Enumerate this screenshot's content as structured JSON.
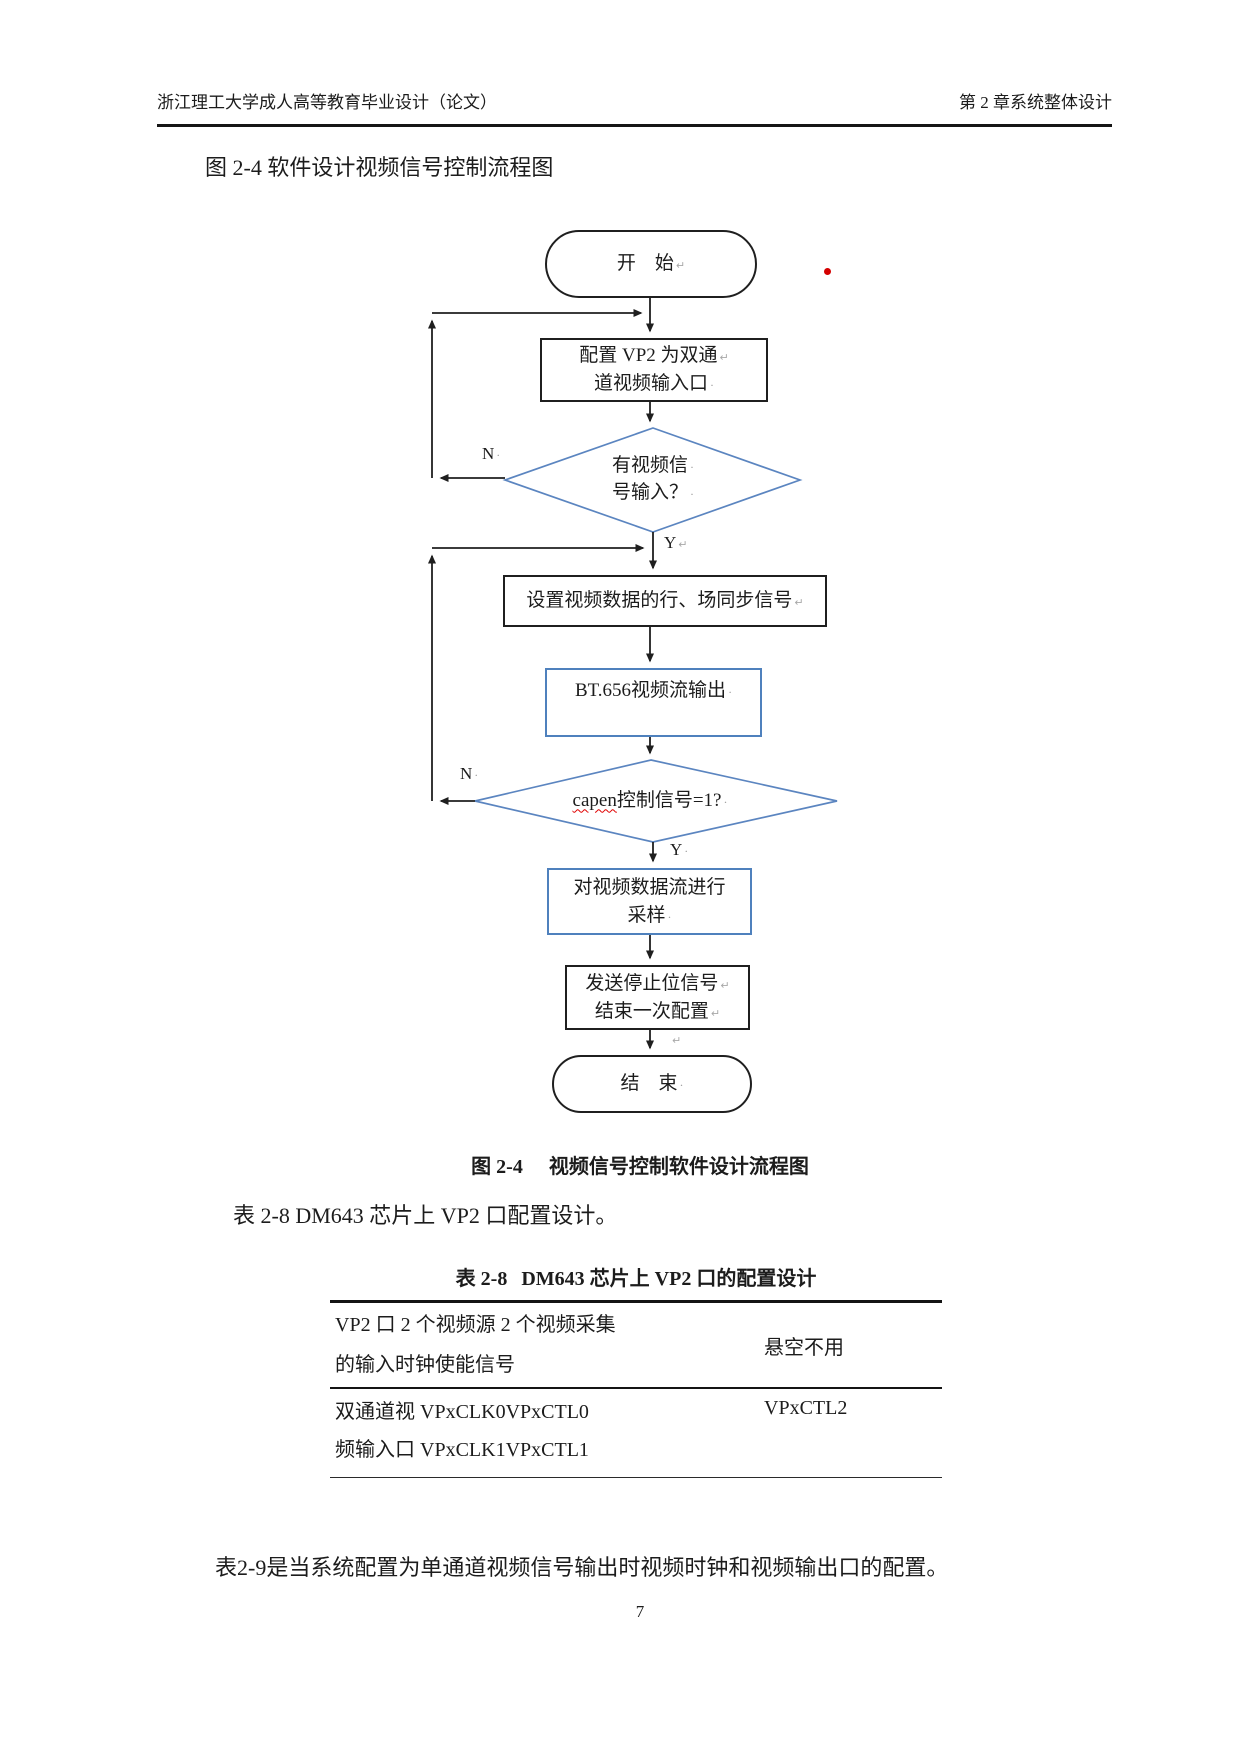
{
  "header": {
    "left": "浙江理工大学成人高等教育毕业设计（论文）",
    "right": "第 2 章系统整体设计"
  },
  "intro": {
    "figure_ref": "图 2-4 软件设计视频信号控制流程图"
  },
  "flowchart": {
    "nodes": {
      "start": {
        "label": "开　始"
      },
      "config": {
        "line1": "配置 VP2 为双通",
        "line2": "道视频输入口"
      },
      "decision_video": {
        "line1": "有视频信",
        "line2": "号输入？"
      },
      "sync": {
        "label": "设置视频数据的行、场同步信号"
      },
      "bt656": {
        "label": "BT.656视频流输出"
      },
      "decision_capen": {
        "word": "capen",
        "rest": "控制信号=1?"
      },
      "sample": {
        "line1": "对视频数据流进行",
        "line2": "采样"
      },
      "stop": {
        "line1": "发送停止位信号",
        "line2": "结束一次配置"
      },
      "end": {
        "label": "结　束"
      }
    },
    "labels": {
      "n1": "N",
      "y1": "Y",
      "n2": "N",
      "y2": "Y"
    },
    "colors": {
      "diamond_blue": "#5b85c0",
      "box_blue": "#4f81bd",
      "line_black": "#1f1f1f",
      "dot_red": "#d40000"
    }
  },
  "caption": {
    "number": "图 2-4",
    "text": "视频信号控制软件设计流程图"
  },
  "para_table_intro": "表 2-8 DM643 芯片上 VP2 口配置设计。",
  "table": {
    "title_number": "表 2-8",
    "title_text": "DM643 芯片上 VP2 口的配置设计",
    "rows": [
      {
        "left_line1": "VP2 口 2 个视频源 2 个视频采集",
        "left_line2": "的输入时钟使能信号",
        "right": "悬空不用"
      },
      {
        "left_line1": "双通道视 VPxCLK0VPxCTL0",
        "left_line2": "频输入口 VPxCLK1VPxCTL1",
        "right": "VPxCTL2"
      }
    ]
  },
  "para_next": "表2-9是当系统配置为单通道视频信号输出时视频时钟和视频输出口的配置。",
  "page": {
    "number": "7"
  },
  "marks": {
    "ret": "↵",
    "dot": "·"
  }
}
